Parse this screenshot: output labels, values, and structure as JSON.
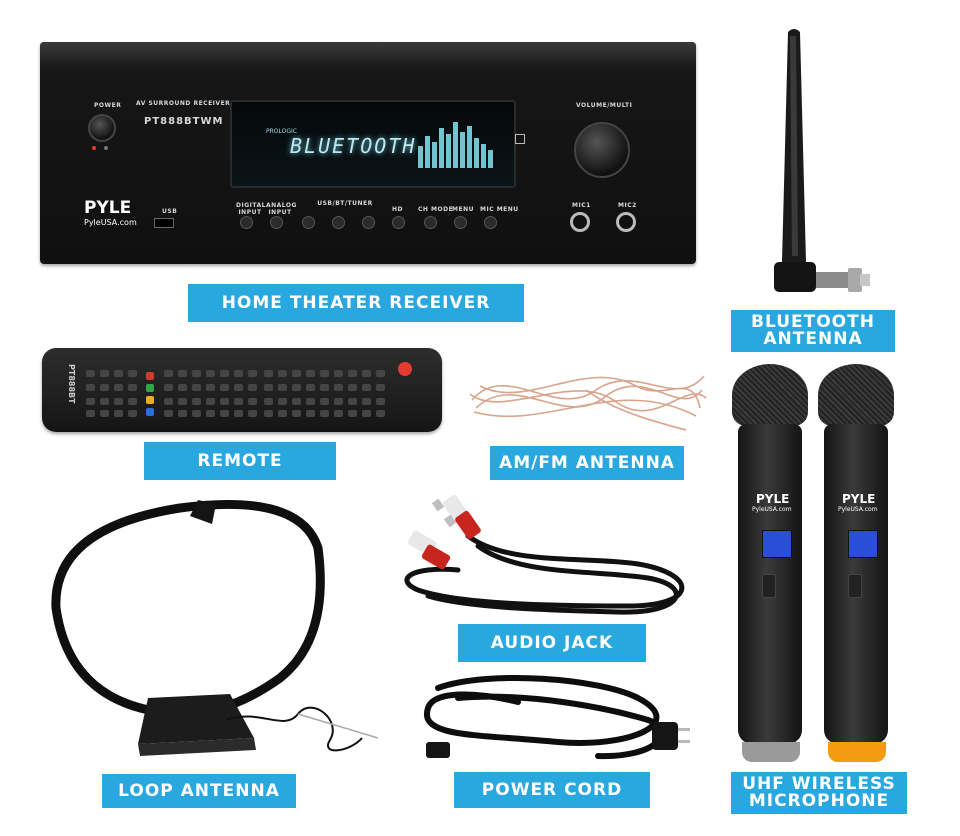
{
  "receiver": {
    "brand": "PYLE",
    "brand_site": "PyleUSA.com",
    "type_label": "AV SURROUND RECEIVER",
    "model": "PT888BTWM",
    "power_label": "POWER",
    "volume_label": "VOLUME/MULTI",
    "display_text": "BLUETOOTH",
    "display_small": "PROLOGIC",
    "usb_label": "USB",
    "mic1_label": "MIC1",
    "mic2_label": "MIC2",
    "button_labels": [
      "DIGITAL INPUT",
      "ANALOG INPUT",
      "USB/BT/TUNER",
      "HD",
      "CH MODE",
      "MENU",
      "MIC MENU"
    ]
  },
  "labels": {
    "home_theater_receiver": "HOME THEATER RECEIVER",
    "bluetooth_antenna_line1": "BLUETOOTH",
    "bluetooth_antenna_line2": "ANTENNA",
    "remote": "REMOTE",
    "am_fm_antenna": "AM/FM ANTENNA",
    "audio_jack": "AUDIO JACK",
    "loop_antenna": "LOOP ANTENNA",
    "power_cord": "POWER CORD",
    "uhf_line1": "UHF WIRELESS",
    "uhf_line2": "MICROPHONE"
  },
  "remote_model": "PT888BT",
  "mic_brand": "PYLE",
  "mic_site": "PyleUSA.com",
  "colors": {
    "label_bg": "#29a8df",
    "label_text": "#ffffff",
    "device_black": "#151515",
    "display_glow": "#6fd3e6",
    "mic_screen": "#2b4ed8",
    "mic_cap_left": "#9a9a9a",
    "mic_cap_right": "#f39c12"
  }
}
